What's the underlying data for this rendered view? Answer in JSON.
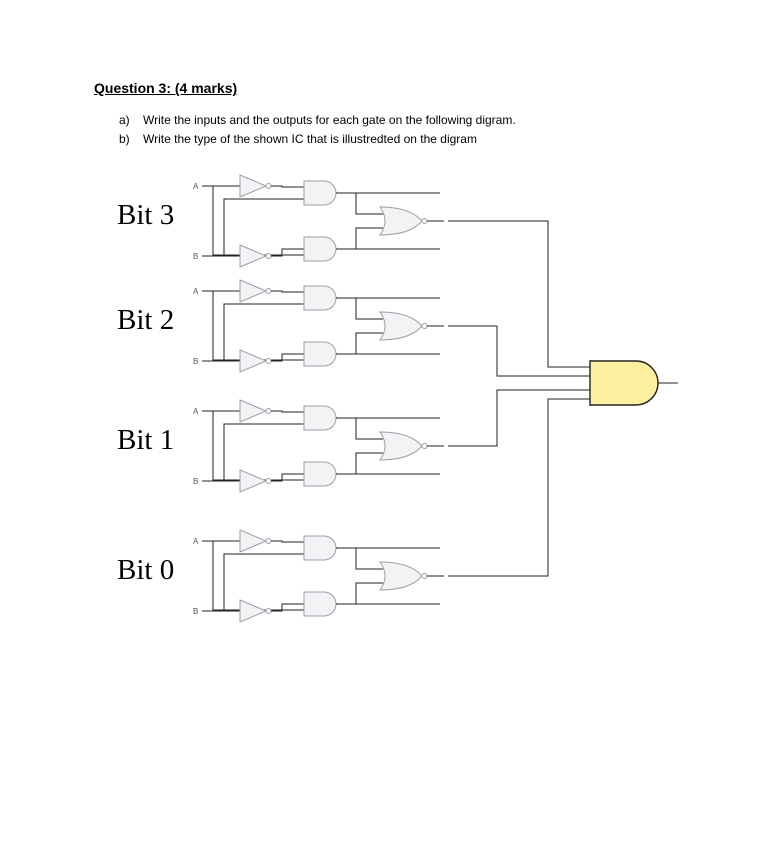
{
  "question": {
    "title": "Question 3: (4 marks)",
    "items": [
      {
        "label": "a)",
        "text": "Write the inputs and the outputs for each gate on the following digram."
      },
      {
        "label": "b)",
        "text": "Write the type of the shown IC that is illustredted on the digram"
      }
    ]
  },
  "diagram": {
    "stages": [
      {
        "label": "Bit 3",
        "input_a": "A",
        "input_b": "B"
      },
      {
        "label": "Bit 2",
        "input_a": "A",
        "input_b": "B"
      },
      {
        "label": "Bit 1",
        "input_a": "A",
        "input_b": "B"
      },
      {
        "label": "Bit 0",
        "input_a": "A",
        "input_b": "B"
      }
    ],
    "final_gate_color": "#fff0a0"
  }
}
